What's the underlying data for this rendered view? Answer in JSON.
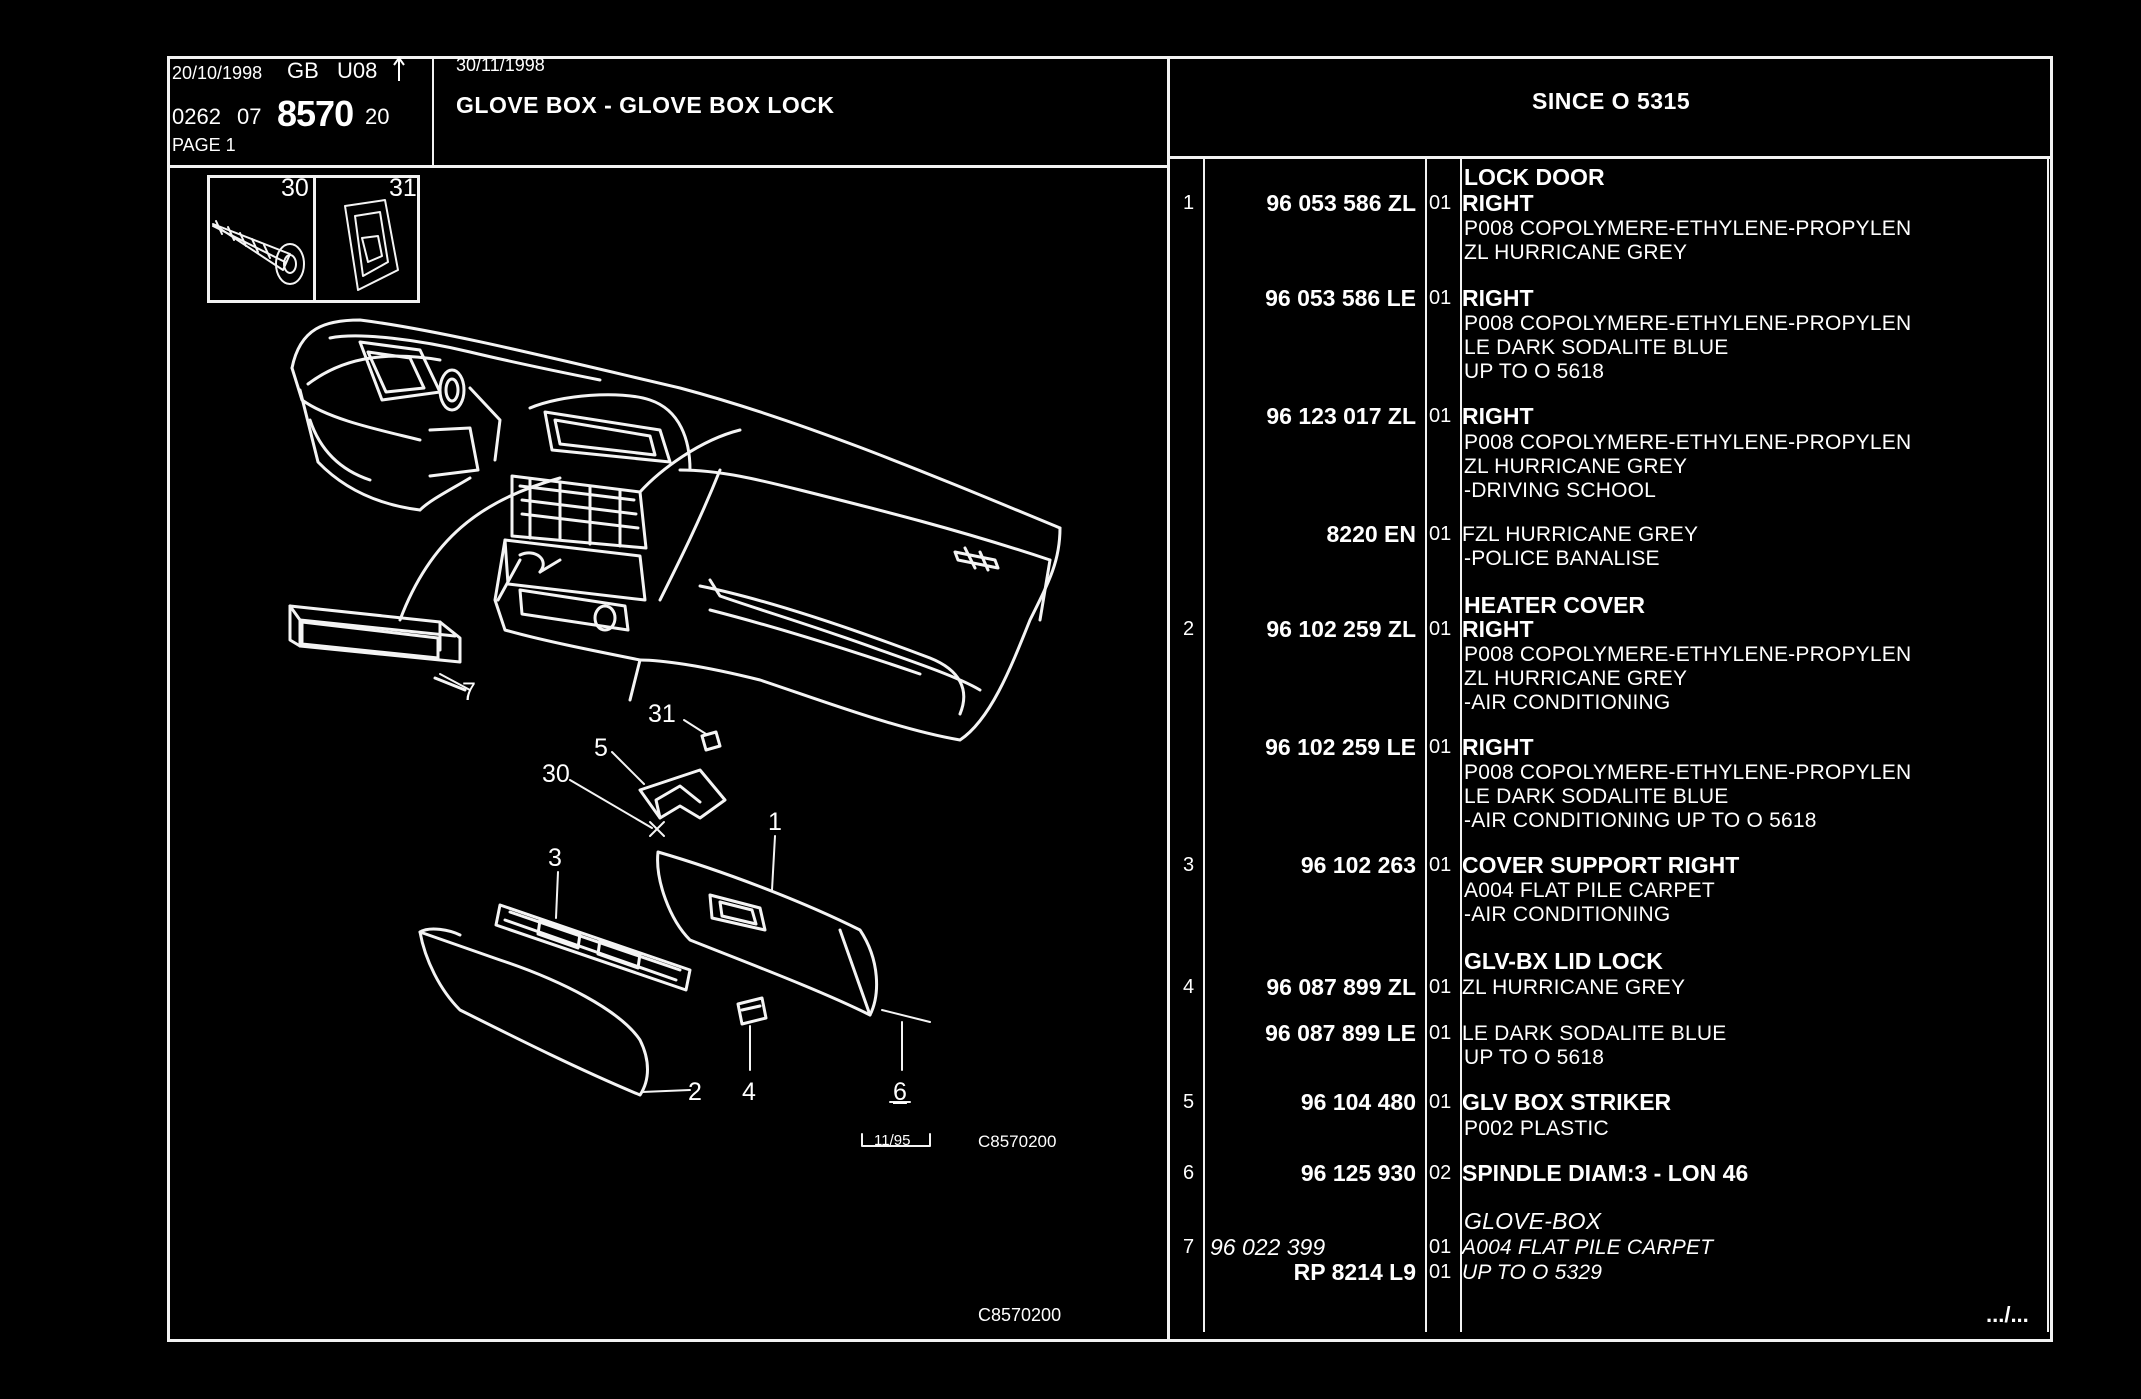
{
  "header": {
    "date_1": "20/10/1998",
    "lang": "GB",
    "code": "U08",
    "ref_prefix": "0262",
    "ref_mid": "07",
    "ref_main": "8570",
    "ref_suffix": "20",
    "page": "PAGE 1",
    "date_2": "30/11/1998",
    "title": "GLOVE BOX - GLOVE BOX LOCK",
    "since": "SINCE O  5315"
  },
  "illustration": {
    "inset_labels": [
      "30",
      "31"
    ],
    "callouts": [
      "7",
      "31",
      "5",
      "30",
      "1",
      "3",
      "2",
      "4",
      "6"
    ],
    "stamp_date": "11/95",
    "stamp_code": "C8570200",
    "footer_code": "C8570200"
  },
  "parts": [
    {
      "ref": "1",
      "pn": "96 053 586 ZL",
      "qty": "01",
      "title": "LOCK DOOR",
      "lines": [
        "RIGHT",
        "P008 COPOLYMERE-ETHYLENE-PROPYLEN",
        "ZL HURRICANE GREY"
      ]
    },
    {
      "ref": "",
      "pn": "96 053 586 LE",
      "qty": "01",
      "lines": [
        "RIGHT",
        "P008 COPOLYMERE-ETHYLENE-PROPYLEN",
        "LE DARK SODALITE BLUE",
        "UP TO O 5618"
      ]
    },
    {
      "ref": "",
      "pn": "96 123 017 ZL",
      "qty": "01",
      "lines": [
        "RIGHT",
        "P008 COPOLYMERE-ETHYLENE-PROPYLEN",
        "ZL HURRICANE GREY",
        "-DRIVING SCHOOL"
      ]
    },
    {
      "ref": "",
      "pn": "8220 EN",
      "qty": "01",
      "lines": [
        "FZL HURRICANE GREY",
        "-POLICE BANALISE"
      ]
    },
    {
      "ref": "2",
      "pn": "96 102 259 ZL",
      "qty": "01",
      "title": "HEATER COVER",
      "lines": [
        "RIGHT",
        "P008 COPOLYMERE-ETHYLENE-PROPYLEN",
        "ZL HURRICANE GREY",
        "-AIR CONDITIONING"
      ]
    },
    {
      "ref": "",
      "pn": "96 102 259 LE",
      "qty": "01",
      "lines": [
        "RIGHT",
        "P008 COPOLYMERE-ETHYLENE-PROPYLEN",
        "LE DARK SODALITE BLUE",
        "-AIR CONDITIONING UP TO O 5618"
      ]
    },
    {
      "ref": "3",
      "pn": "96 102 263",
      "qty": "01",
      "lines": [
        "COVER SUPPORT RIGHT",
        "A004 FLAT PILE CARPET",
        "-AIR CONDITIONING"
      ]
    },
    {
      "ref": "4",
      "pn": "96 087 899 ZL",
      "qty": "01",
      "title": "GLV-BX LID LOCK",
      "lines": [
        "ZL HURRICANE GREY"
      ]
    },
    {
      "ref": "",
      "pn": "96 087 899 LE",
      "qty": "01",
      "lines": [
        "LE DARK SODALITE BLUE",
        "UP TO O 5618"
      ]
    },
    {
      "ref": "5",
      "pn": "96 104 480",
      "qty": "01",
      "lines": [
        "GLV BOX STRIKER",
        "P002 PLASTIC"
      ]
    },
    {
      "ref": "6",
      "pn": "96 125 930",
      "qty": "02",
      "lines": [
        "SPINDLE DIAM:3 - LON 46"
      ]
    },
    {
      "ref": "7",
      "pn": "96 022 399",
      "qty": "01",
      "title": "GLOVE-BOX",
      "lines": [
        "A004 FLAT PILE CARPET"
      ]
    },
    {
      "ref": "",
      "pn": "RP  8214 L9",
      "qty": "01",
      "lines": [
        "UP TO O 5329"
      ]
    }
  ],
  "continued": ".../..."
}
